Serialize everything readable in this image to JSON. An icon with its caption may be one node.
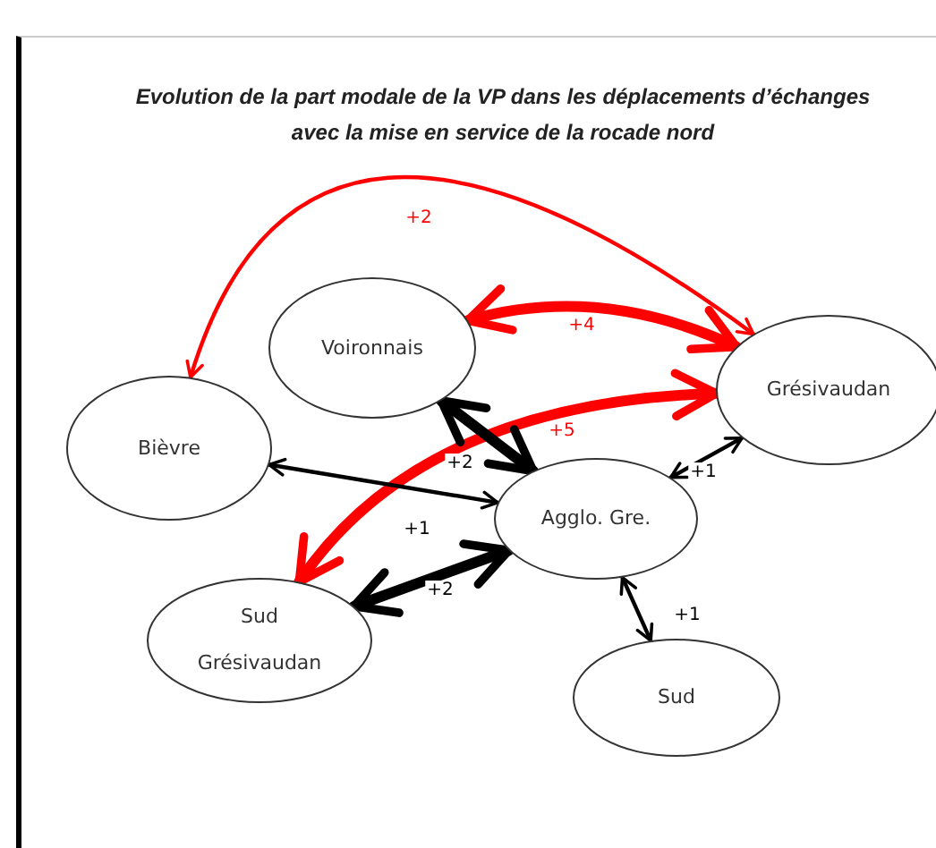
{
  "diagram": {
    "title": "Evolution de la part modale de la VP dans les déplacements d’échanges avec la mise en service de la rocade nord",
    "nodes": [
      {
        "text": [
          "Voironnais"
        ]
      },
      {
        "text": [
          "Grésivaudan"
        ]
      },
      {
        "text": [
          "Bièvre"
        ]
      },
      {
        "text": [
          "Agglo. Gre."
        ]
      },
      {
        "text": [
          "Sud Grésivaudan"
        ]
      },
      {
        "text": [
          "Sud"
        ]
      }
    ],
    "edges": [
      {
        "from": 2,
        "to": 1,
        "arrow": "both",
        "label": "+2",
        "color": "#ff0000"
      },
      {
        "from": 0,
        "to": 1,
        "arrow": "both",
        "label": "+4",
        "color": "#ff0000",
        "style": "thick"
      },
      {
        "from": 4,
        "to": 1,
        "arrow": "both",
        "label": "+5",
        "color": "#ff0000",
        "style": "thick"
      },
      {
        "from": 0,
        "to": 3,
        "arrow": "both",
        "label": "+2",
        "style": "thick"
      },
      {
        "from": 2,
        "to": 3,
        "arrow": "both",
        "label": "+1"
      },
      {
        "from": 4,
        "to": 3,
        "arrow": "both",
        "label": "+2",
        "style": "thick"
      },
      {
        "from": 3,
        "to": 1,
        "arrow": "both",
        "label": "+1"
      },
      {
        "from": 3,
        "to": 5,
        "arrow": "both",
        "label": "+1"
      }
    ]
  }
}
